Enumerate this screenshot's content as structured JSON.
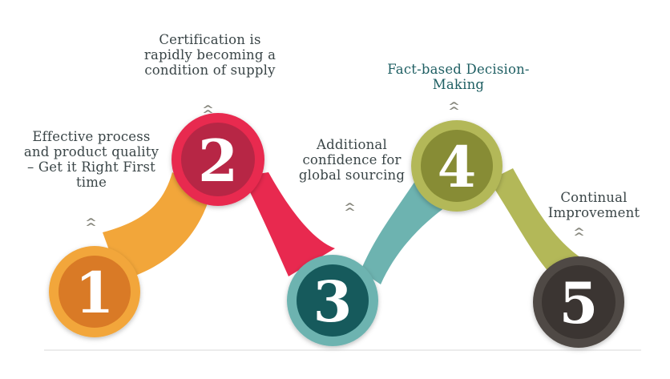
{
  "steps": [
    {
      "number": "1",
      "caption": "Effective process and product quality – Get it Right First time",
      "color": "#f2a63a",
      "inner_color": "#d97a26"
    },
    {
      "number": "2",
      "caption": "Certification is rapidly becoming a condition of supply",
      "color": "#e8294f",
      "inner_color": "#b72844"
    },
    {
      "number": "3",
      "caption": "Additional confidence for global sourcing",
      "color": "#6db3b0",
      "inner_color": "#125a5c"
    },
    {
      "number": "4",
      "caption": "Fact-based Decision-Making",
      "color": "#b3b858",
      "inner_color": "#878c34"
    },
    {
      "number": "5",
      "caption": "Continual Improvement",
      "color": "#504a44",
      "inner_color": "#3a3531"
    }
  ]
}
